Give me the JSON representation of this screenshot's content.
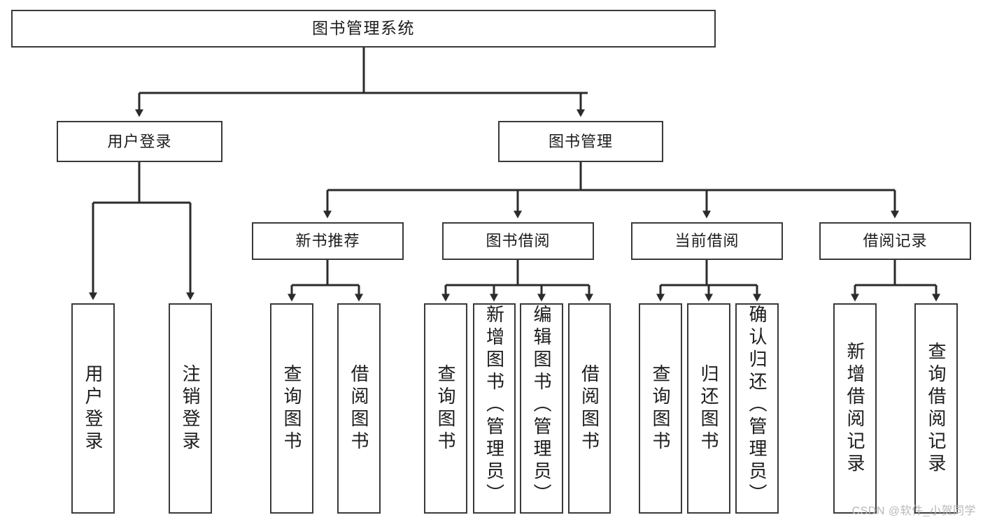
{
  "diagram": {
    "type": "tree",
    "title": "图书管理系统",
    "watermark": "CSDN @软件_小贺同学",
    "colors": {
      "box_border": "#3a3a3a",
      "box_fill": "#ffffff",
      "connector": "#2b2b2b",
      "text": "#1c1c1c",
      "watermark": "#b8b8b8"
    },
    "root": {
      "label": "图书管理系统"
    },
    "level2": [
      {
        "id": "user-login",
        "label": "用户登录"
      },
      {
        "id": "book-manage",
        "label": "图书管理"
      }
    ],
    "level3": [
      {
        "id": "new-book-recommend",
        "label": "新书推荐"
      },
      {
        "id": "book-borrow",
        "label": "图书借阅"
      },
      {
        "id": "current-borrow",
        "label": "当前借阅"
      },
      {
        "id": "borrow-record",
        "label": "借阅记录"
      }
    ],
    "leaves": {
      "user_login": [
        {
          "id": "leaf-user-login",
          "label": "用户登录"
        },
        {
          "id": "leaf-user-logout",
          "label": "注销登录"
        }
      ],
      "new_book_recommend": [
        {
          "id": "leaf-query-book-1",
          "label": "查询图书"
        },
        {
          "id": "leaf-borrow-book-1",
          "label": "借阅图书"
        }
      ],
      "book_borrow": [
        {
          "id": "leaf-query-book-2",
          "label": "查询图书"
        },
        {
          "id": "leaf-add-book",
          "label": "新增图书（管理员）"
        },
        {
          "id": "leaf-edit-book",
          "label": "编辑图书（管理员）"
        },
        {
          "id": "leaf-borrow-book-2",
          "label": "借阅图书"
        }
      ],
      "current_borrow": [
        {
          "id": "leaf-query-book-3",
          "label": "查询图书"
        },
        {
          "id": "leaf-return-book",
          "label": "归还图书"
        },
        {
          "id": "leaf-confirm-return",
          "label": "确认归还（管理员）"
        }
      ],
      "borrow_record": [
        {
          "id": "leaf-add-record",
          "label": "新增借阅记录"
        },
        {
          "id": "leaf-query-record",
          "label": "查询借阅记录"
        }
      ]
    }
  }
}
